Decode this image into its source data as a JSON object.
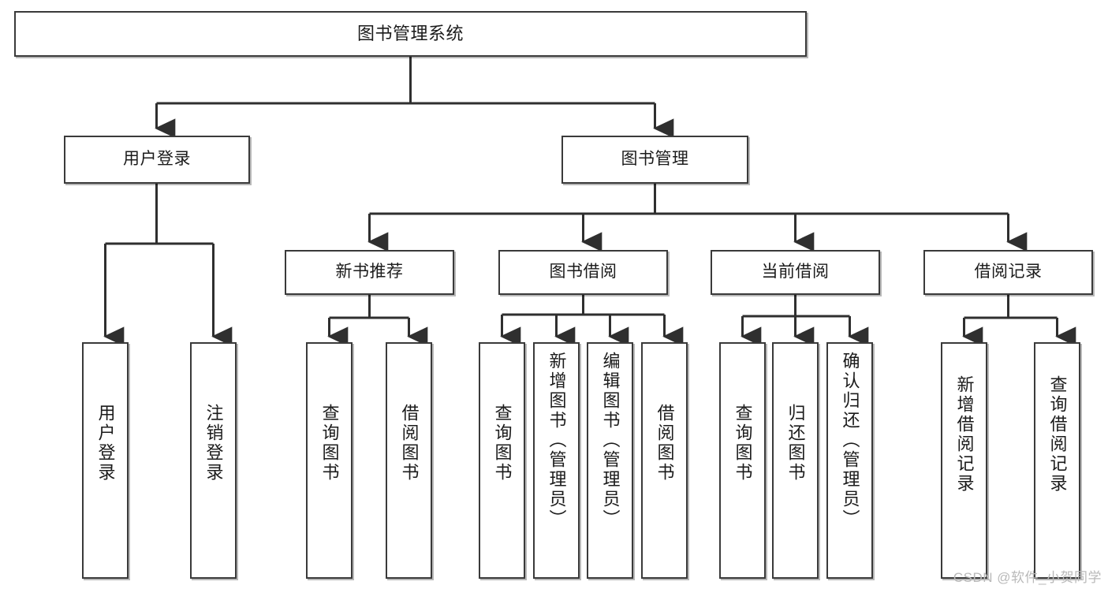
{
  "diagram": {
    "type": "hierarchy-tree",
    "title": "图书管理系统",
    "watermark": "CSDN @软件_小贺同学",
    "colors": {
      "box_border": "#3a3a3a",
      "box_fill": "#ffffff",
      "connector": "#2f2f2f",
      "text": "#1b1b1b",
      "watermark": "#b9b9b9"
    },
    "nodes": {
      "root": {
        "label": "图书管理系统"
      },
      "level2": [
        {
          "id": "user-login",
          "label": "用户登录"
        },
        {
          "id": "book-manage",
          "label": "图书管理"
        }
      ],
      "level3": [
        {
          "id": "new-book-recommend",
          "label": "新书推荐"
        },
        {
          "id": "book-borrow",
          "label": "图书借阅"
        },
        {
          "id": "current-borrow",
          "label": "当前借阅"
        },
        {
          "id": "borrow-record",
          "label": "借阅记录"
        }
      ],
      "leaves": {
        "user-login": [
          {
            "id": "leaf-user-login",
            "label": "用户登录"
          },
          {
            "id": "leaf-logout",
            "label": "注销登录"
          }
        ],
        "new-book-recommend": [
          {
            "id": "leaf-query-book-1",
            "label": "查询图书"
          },
          {
            "id": "leaf-borrow-book-1",
            "label": "借阅图书"
          }
        ],
        "book-borrow": [
          {
            "id": "leaf-query-book-2",
            "label": "查询图书"
          },
          {
            "id": "leaf-add-book",
            "label": "新增图书（管理员）"
          },
          {
            "id": "leaf-edit-book",
            "label": "编辑图书（管理员）"
          },
          {
            "id": "leaf-borrow-book-2",
            "label": "借阅图书"
          }
        ],
        "current-borrow": [
          {
            "id": "leaf-query-book-3",
            "label": "查询图书"
          },
          {
            "id": "leaf-return-book",
            "label": "归还图书"
          },
          {
            "id": "leaf-confirm-return",
            "label": "确认归还（管理员）"
          }
        ],
        "borrow-record": [
          {
            "id": "leaf-add-record",
            "label": "新增借阅记录"
          },
          {
            "id": "leaf-query-record",
            "label": "查询借阅记录"
          }
        ]
      }
    }
  }
}
